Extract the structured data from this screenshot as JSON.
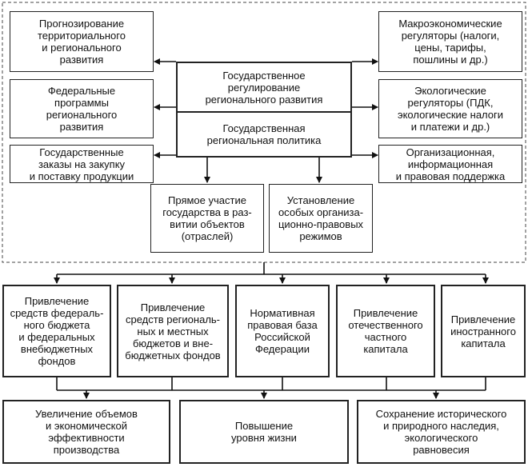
{
  "center": {
    "top": "Государственное\nрегулирование\nрегионального развития",
    "bottom": "Государственная\nрегиональная политика"
  },
  "left_boxes": [
    "Прогнозирование\nтерриториального\nи регионального\nразвития",
    "Федеральные\nпрограммы\nрегионального\nразвития",
    "Государственные\nзаказы на закупку\nи поставку продукции"
  ],
  "right_boxes": [
    "Макроэкономические\nрегуляторы (налоги,\nцены, тарифы,\nпошлины и др.)",
    "Экологические\nрегуляторы (ПДК,\nэкологические налоги\nи платежи и др.)",
    "Организационная,\nинформационная\nи правовая поддержка"
  ],
  "middle_boxes": [
    "Прямое участие\nгосударства в раз-\nвитии объектов\n(отраслей)",
    "Установление\nособых организа-\nционно-правовых\nрежимов"
  ],
  "sources": [
    "Привлечение\nсредств федераль-\nного бюджета\nи федеральных\nвнебюджетных\nфондов",
    "Привлечение\nсредств региональ-\nных и местных\nбюджетов и вне-\nбюджетных фондов",
    "Нормативная\nправовая база\nРоссийской\nФедерации",
    "Привлечение\nотечественного\nчастного\nкапитала",
    "Привлечение\nиностранного\nкапитала"
  ],
  "outcomes": [
    "Увеличение объемов\nи экономической\nэффективности\nпроизводства",
    "Повышение\nуровня жизни",
    "Сохранение исторического\nи природного наследия,\nэкологического\nравновесия"
  ]
}
